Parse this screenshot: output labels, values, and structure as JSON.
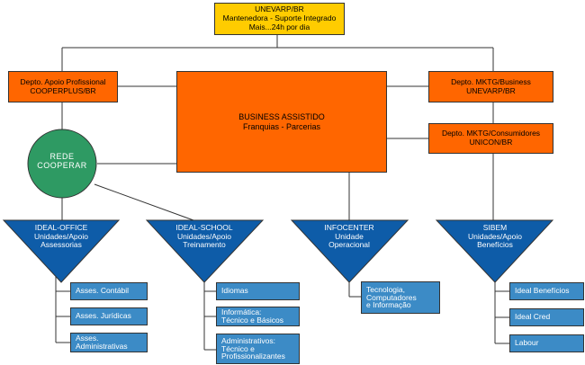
{
  "top": {
    "title": "UNEVARP/BR",
    "line2": "Mantenedora - Suporte Integrado",
    "line3": "Mais...24h por dia"
  },
  "depto_apoio": {
    "line1": "Depto. Apoio Profissional",
    "line2": "COOPERPLUS/BR"
  },
  "center": {
    "line1": "BUSINESS ASSISTIDO",
    "line2": "Franquias - Parcerias"
  },
  "depto_mktg_business": {
    "line1": "Depto. MKTG/Business",
    "line2": "UNEVARP/BR"
  },
  "depto_mktg_consumidores": {
    "line1": "Depto. MKTG/Consumidores",
    "line2": "UNICON/BR"
  },
  "rede": {
    "line1": "REDE",
    "line2": "COOPERAR"
  },
  "units": [
    {
      "l1": "IDEAL-OFFICE",
      "l2": "Unidades/Apoio",
      "l3": "Assessorias",
      "items": [
        "Asses. Contábil",
        "Asses. Jurídicas",
        "Asses.\nAdministrativas"
      ]
    },
    {
      "l1": "IDEAL-SCHOOL",
      "l2": "Unidades/Apoio",
      "l3": "Treinamento",
      "items": [
        "Idiomas",
        "Informática:\nTécnico e Básicos",
        "Administrativos:\nTécnico e\nProfissionalizantes"
      ]
    },
    {
      "l1": "INFOCENTER",
      "l2": "Unidade",
      "l3": "Operacional",
      "items": [
        "Tecnologia,\nComputadores\ne Informação"
      ]
    },
    {
      "l1": "SIBEM",
      "l2": "Unidades/Apoio",
      "l3": "Benefícios",
      "items": [
        "Ideal Benefícios",
        "Ideal Cred",
        "Labour"
      ]
    }
  ],
  "colors": {
    "yellow": "#FFCC00",
    "orange": "#FF6600",
    "green": "#2E9A63",
    "blue": "#0E5CA8",
    "item_blue": "#3C8BC6"
  }
}
